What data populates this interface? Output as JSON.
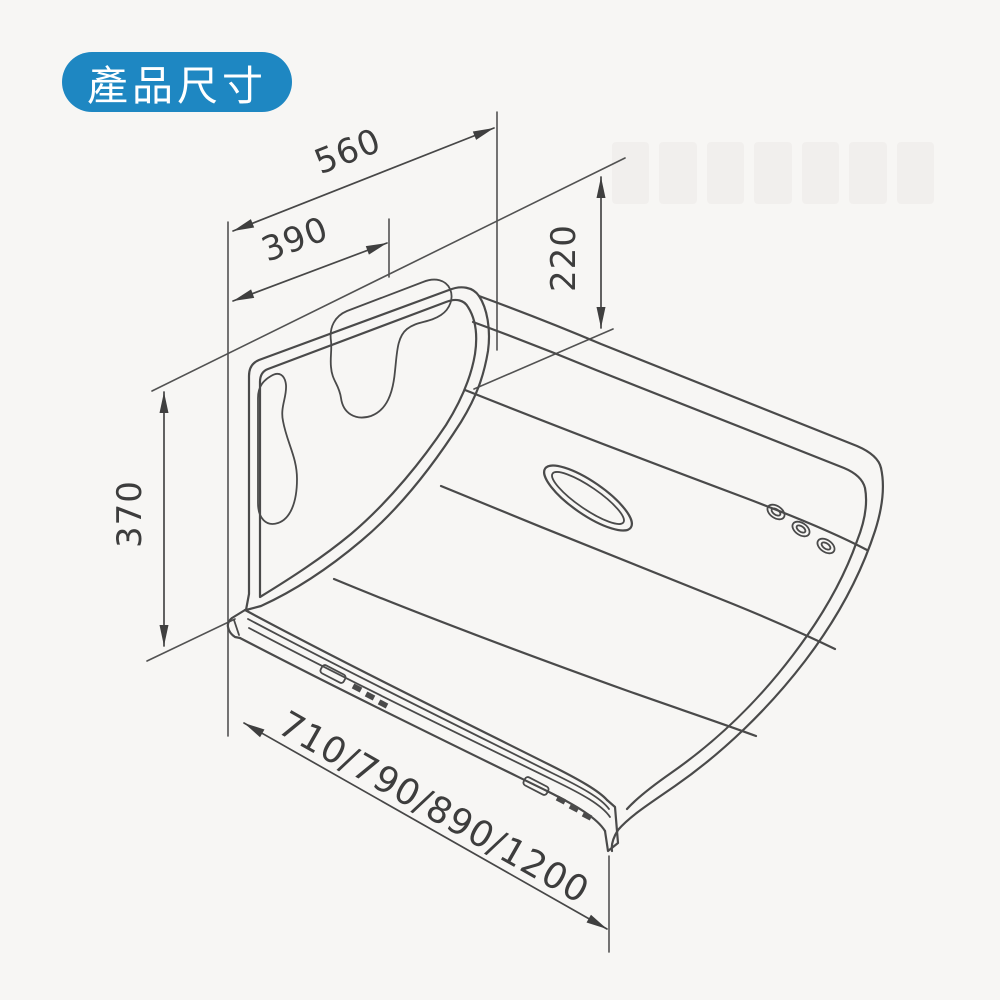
{
  "page": {
    "background_color": "#f7f6f4"
  },
  "badge": {
    "label": "產品尺寸",
    "background_color": "#1e87c2",
    "text_color": "#ffffff"
  },
  "drawing": {
    "subject": "slanted range hood isometric line drawing with dimensions",
    "line_color": "#4a4a4a",
    "label_color": "#3d3d3d",
    "dimensions": {
      "depth_total": "560",
      "depth_mount": "390",
      "rear_height": "220",
      "side_height": "370",
      "width_options": "710/790/890/1200"
    }
  }
}
